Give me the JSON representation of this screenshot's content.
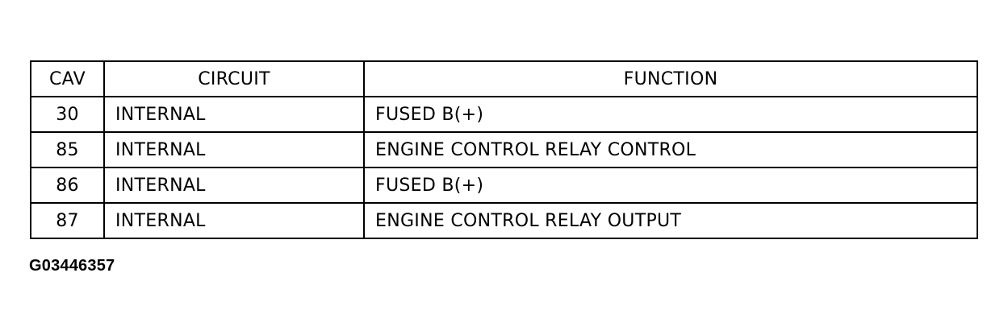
{
  "table": {
    "headers": {
      "cav": "CAV",
      "circuit": "CIRCUIT",
      "function": "FUNCTION"
    },
    "rows": [
      {
        "cav": "30",
        "circuit": "INTERNAL",
        "function": "FUSED B(+)"
      },
      {
        "cav": "85",
        "circuit": "INTERNAL",
        "function": "ENGINE CONTROL RELAY CONTROL"
      },
      {
        "cav": "86",
        "circuit": "INTERNAL",
        "function": "FUSED B(+)"
      },
      {
        "cav": "87",
        "circuit": "INTERNAL",
        "function": "ENGINE CONTROL RELAY OUTPUT"
      }
    ]
  },
  "figure_id": "G03446357"
}
